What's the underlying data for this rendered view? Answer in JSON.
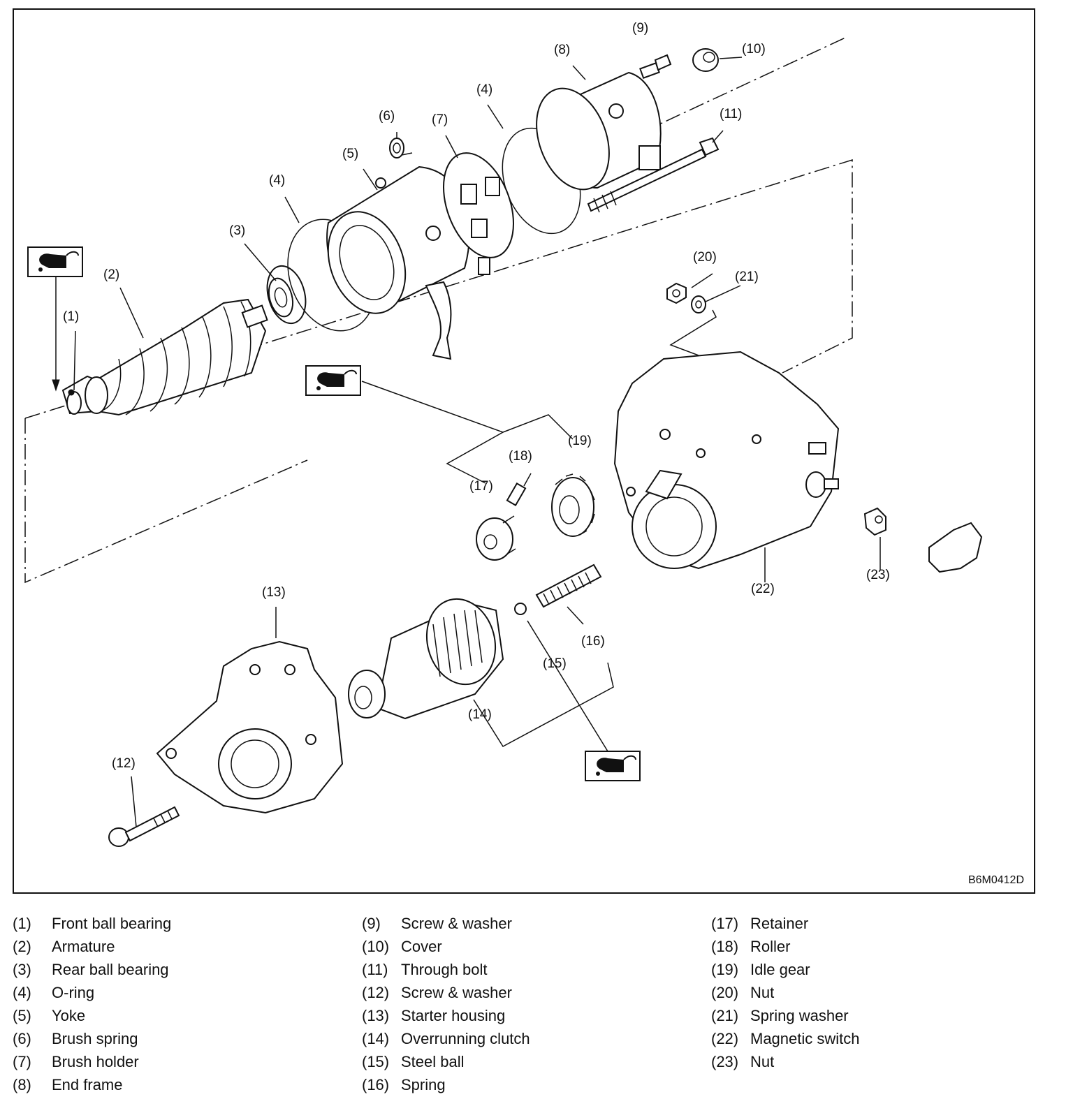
{
  "figure": {
    "figure_code": "B6M0412D",
    "callouts": [
      "(1)",
      "(2)",
      "(3)",
      "(4)",
      "(4)",
      "(5)",
      "(6)",
      "(7)",
      "(8)",
      "(9)",
      "(10)",
      "(11)",
      "(12)",
      "(13)",
      "(14)",
      "(15)",
      "(16)",
      "(17)",
      "(18)",
      "(19)",
      "(20)",
      "(21)",
      "(22)",
      "(23)"
    ],
    "grease_symbol_icons": [
      "grease-gun-icon",
      "grease-gun-icon",
      "grease-gun-icon"
    ]
  },
  "legend": {
    "columns": [
      [
        {
          "num": "(1)",
          "name": "Front ball bearing"
        },
        {
          "num": "(2)",
          "name": "Armature"
        },
        {
          "num": "(3)",
          "name": "Rear ball bearing"
        },
        {
          "num": "(4)",
          "name": "O-ring"
        },
        {
          "num": "(5)",
          "name": "Yoke"
        },
        {
          "num": "(6)",
          "name": "Brush spring"
        },
        {
          "num": "(7)",
          "name": "Brush holder"
        },
        {
          "num": "(8)",
          "name": "End frame"
        }
      ],
      [
        {
          "num": "(9)",
          "name": "Screw & washer"
        },
        {
          "num": "(10)",
          "name": "Cover"
        },
        {
          "num": "(11)",
          "name": "Through bolt"
        },
        {
          "num": "(12)",
          "name": "Screw & washer"
        },
        {
          "num": "(13)",
          "name": "Starter housing"
        },
        {
          "num": "(14)",
          "name": "Overrunning clutch"
        },
        {
          "num": "(15)",
          "name": "Steel ball"
        },
        {
          "num": "(16)",
          "name": "Spring"
        }
      ],
      [
        {
          "num": "(17)",
          "name": "Retainer"
        },
        {
          "num": "(18)",
          "name": "Roller"
        },
        {
          "num": "(19)",
          "name": "Idle gear"
        },
        {
          "num": "(20)",
          "name": "Nut"
        },
        {
          "num": "(21)",
          "name": "Spring washer"
        },
        {
          "num": "(22)",
          "name": "Magnetic switch"
        },
        {
          "num": "(23)",
          "name": "Nut"
        }
      ]
    ]
  }
}
